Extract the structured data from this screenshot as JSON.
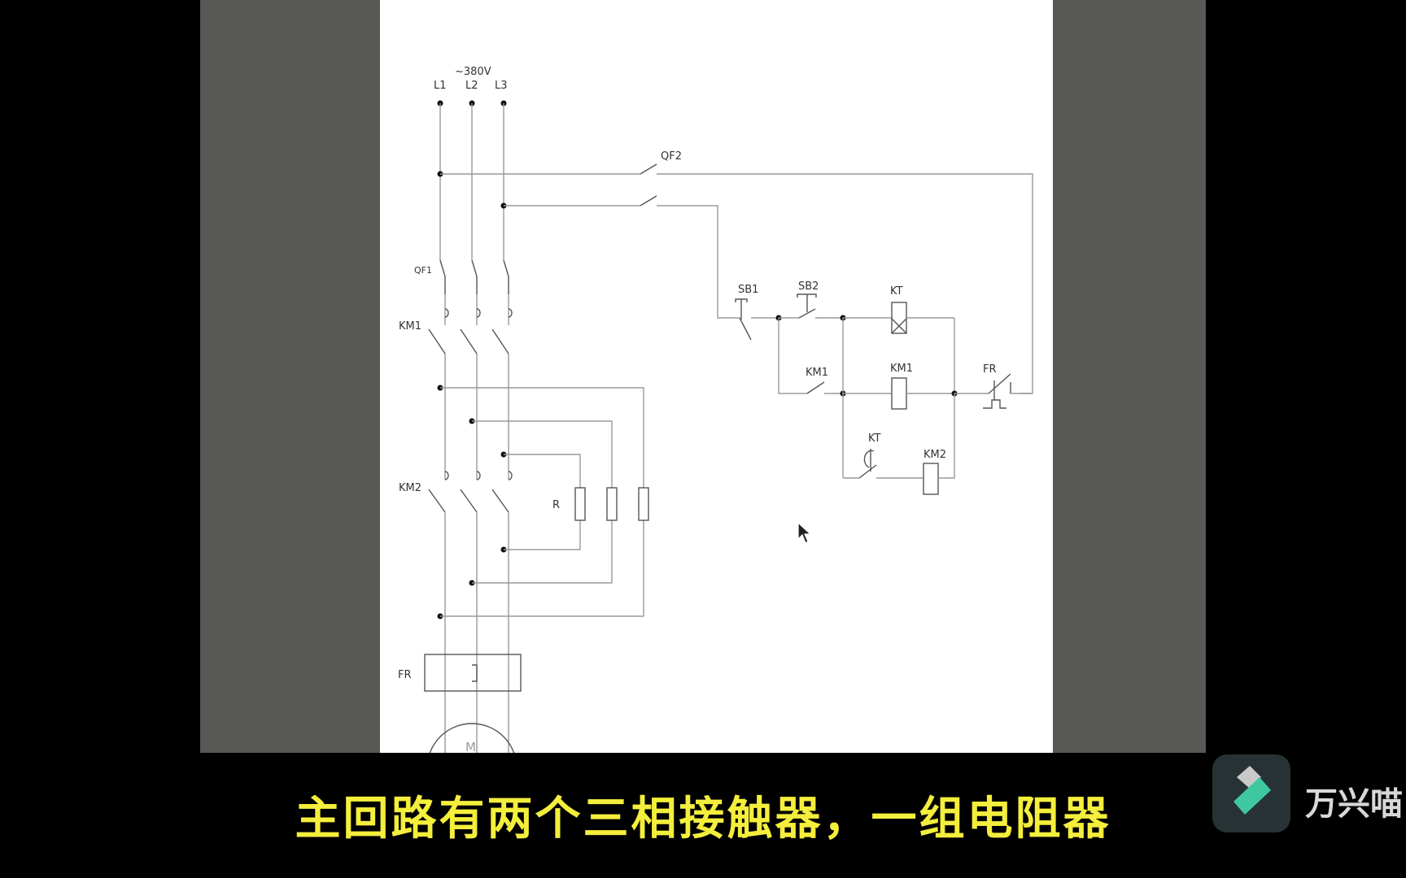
{
  "diagram": {
    "supply_voltage": "~380V",
    "phases": [
      "L1",
      "L2",
      "L3"
    ],
    "labels": {
      "qf1": "QF1",
      "qf2": "QF2",
      "km1_main": "KM1",
      "km2_main": "KM2",
      "resistor": "R",
      "fr_main": "FR",
      "motor": "M",
      "sb1": "SB1",
      "sb2": "SB2",
      "kt_coil": "KT",
      "km1_aux": "KM1",
      "km1_coil": "KM1",
      "fr_aux": "FR",
      "kt_contact": "KT",
      "km2_coil": "KM2"
    }
  },
  "subtitle": "主回路有两个三相接触器，一组电阻器",
  "brand": {
    "name": "万兴喵",
    "logo_icon": "filmora-logo-icon",
    "logo_colors": [
      "#c9c9c9",
      "#3fc8a0"
    ]
  },
  "colors": {
    "viewer_bg": "#585955",
    "page_bg": "#ffffff",
    "subtitle": "#f4ee3c"
  }
}
